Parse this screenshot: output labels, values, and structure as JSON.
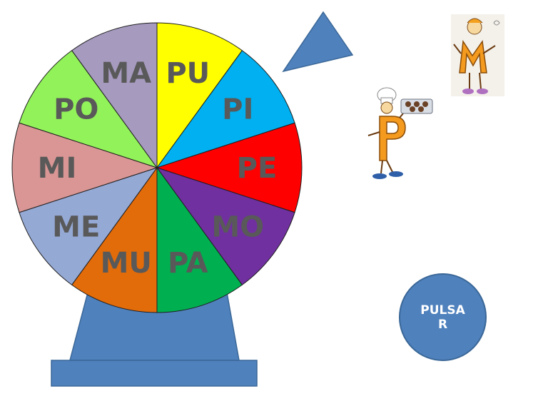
{
  "wheel": {
    "segments": [
      {
        "label": "PU",
        "color": "#ffff00"
      },
      {
        "label": "PI",
        "color": "#00b0f0"
      },
      {
        "label": "PE",
        "color": "#ff0000"
      },
      {
        "label": "MO",
        "color": "#7030a0"
      },
      {
        "label": "PA",
        "color": "#00b050"
      },
      {
        "label": "MU",
        "color": "#e26b0a"
      },
      {
        "label": "ME",
        "color": "#95a9d5"
      },
      {
        "label": "MI",
        "color": "#d99694"
      },
      {
        "label": "PO",
        "color": "#92f25a"
      },
      {
        "label": "MA",
        "color": "#a69abf"
      }
    ],
    "stand_color": "#4f81bd",
    "pointer_color": "#4f81bd"
  },
  "spin_button": {
    "label": "PULSAR",
    "color": "#4f81bd"
  },
  "characters": [
    {
      "letter": "M",
      "icon": "letter-m-character-icon"
    },
    {
      "letter": "P",
      "icon": "letter-p-baker-character-icon"
    }
  ]
}
